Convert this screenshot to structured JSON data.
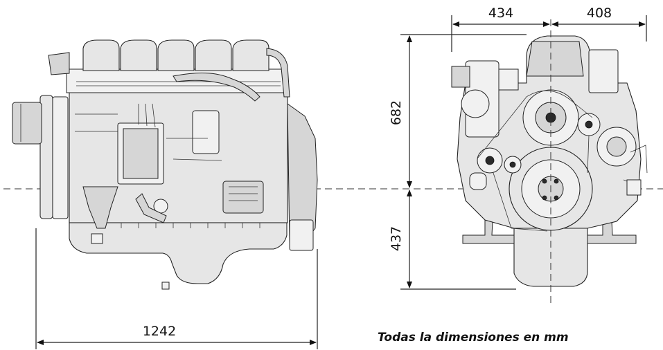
{
  "dimensions": {
    "overall_length": "1242",
    "left_of_center_width": "434",
    "right_of_center_width": "408",
    "height_above_crank": "682",
    "height_below_crank": "437"
  },
  "note": "Todas la dimensiones en mm"
}
